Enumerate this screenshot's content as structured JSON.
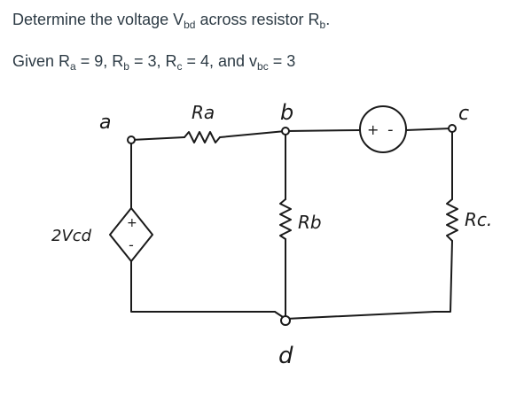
{
  "question": {
    "line1": {
      "prefix": "Determine the voltage V",
      "sub1": "bd",
      "middle": " across resistor R",
      "sub2": "b",
      "suffix": "."
    },
    "line2": {
      "given_label": "Given R",
      "ra_sub": "a",
      "ra_val": " = 9, R",
      "rb_sub": "b",
      "rb_val": " = 3, R",
      "rc_sub": "c",
      "rc_val": " = 4, and v",
      "vbc_sub": "bc",
      "vbc_val": " = 3"
    }
  },
  "circuit": {
    "nodes": {
      "a": "a",
      "b": "b",
      "c": "c",
      "d": "d"
    },
    "resistors": {
      "ra": "Ra",
      "rb": "Rb",
      "rc": "Rc."
    },
    "dependent_source": {
      "label": "2Vcd",
      "plus": "+",
      "minus": "-"
    },
    "independent_source": {
      "plus": "+",
      "minus": "-"
    }
  }
}
